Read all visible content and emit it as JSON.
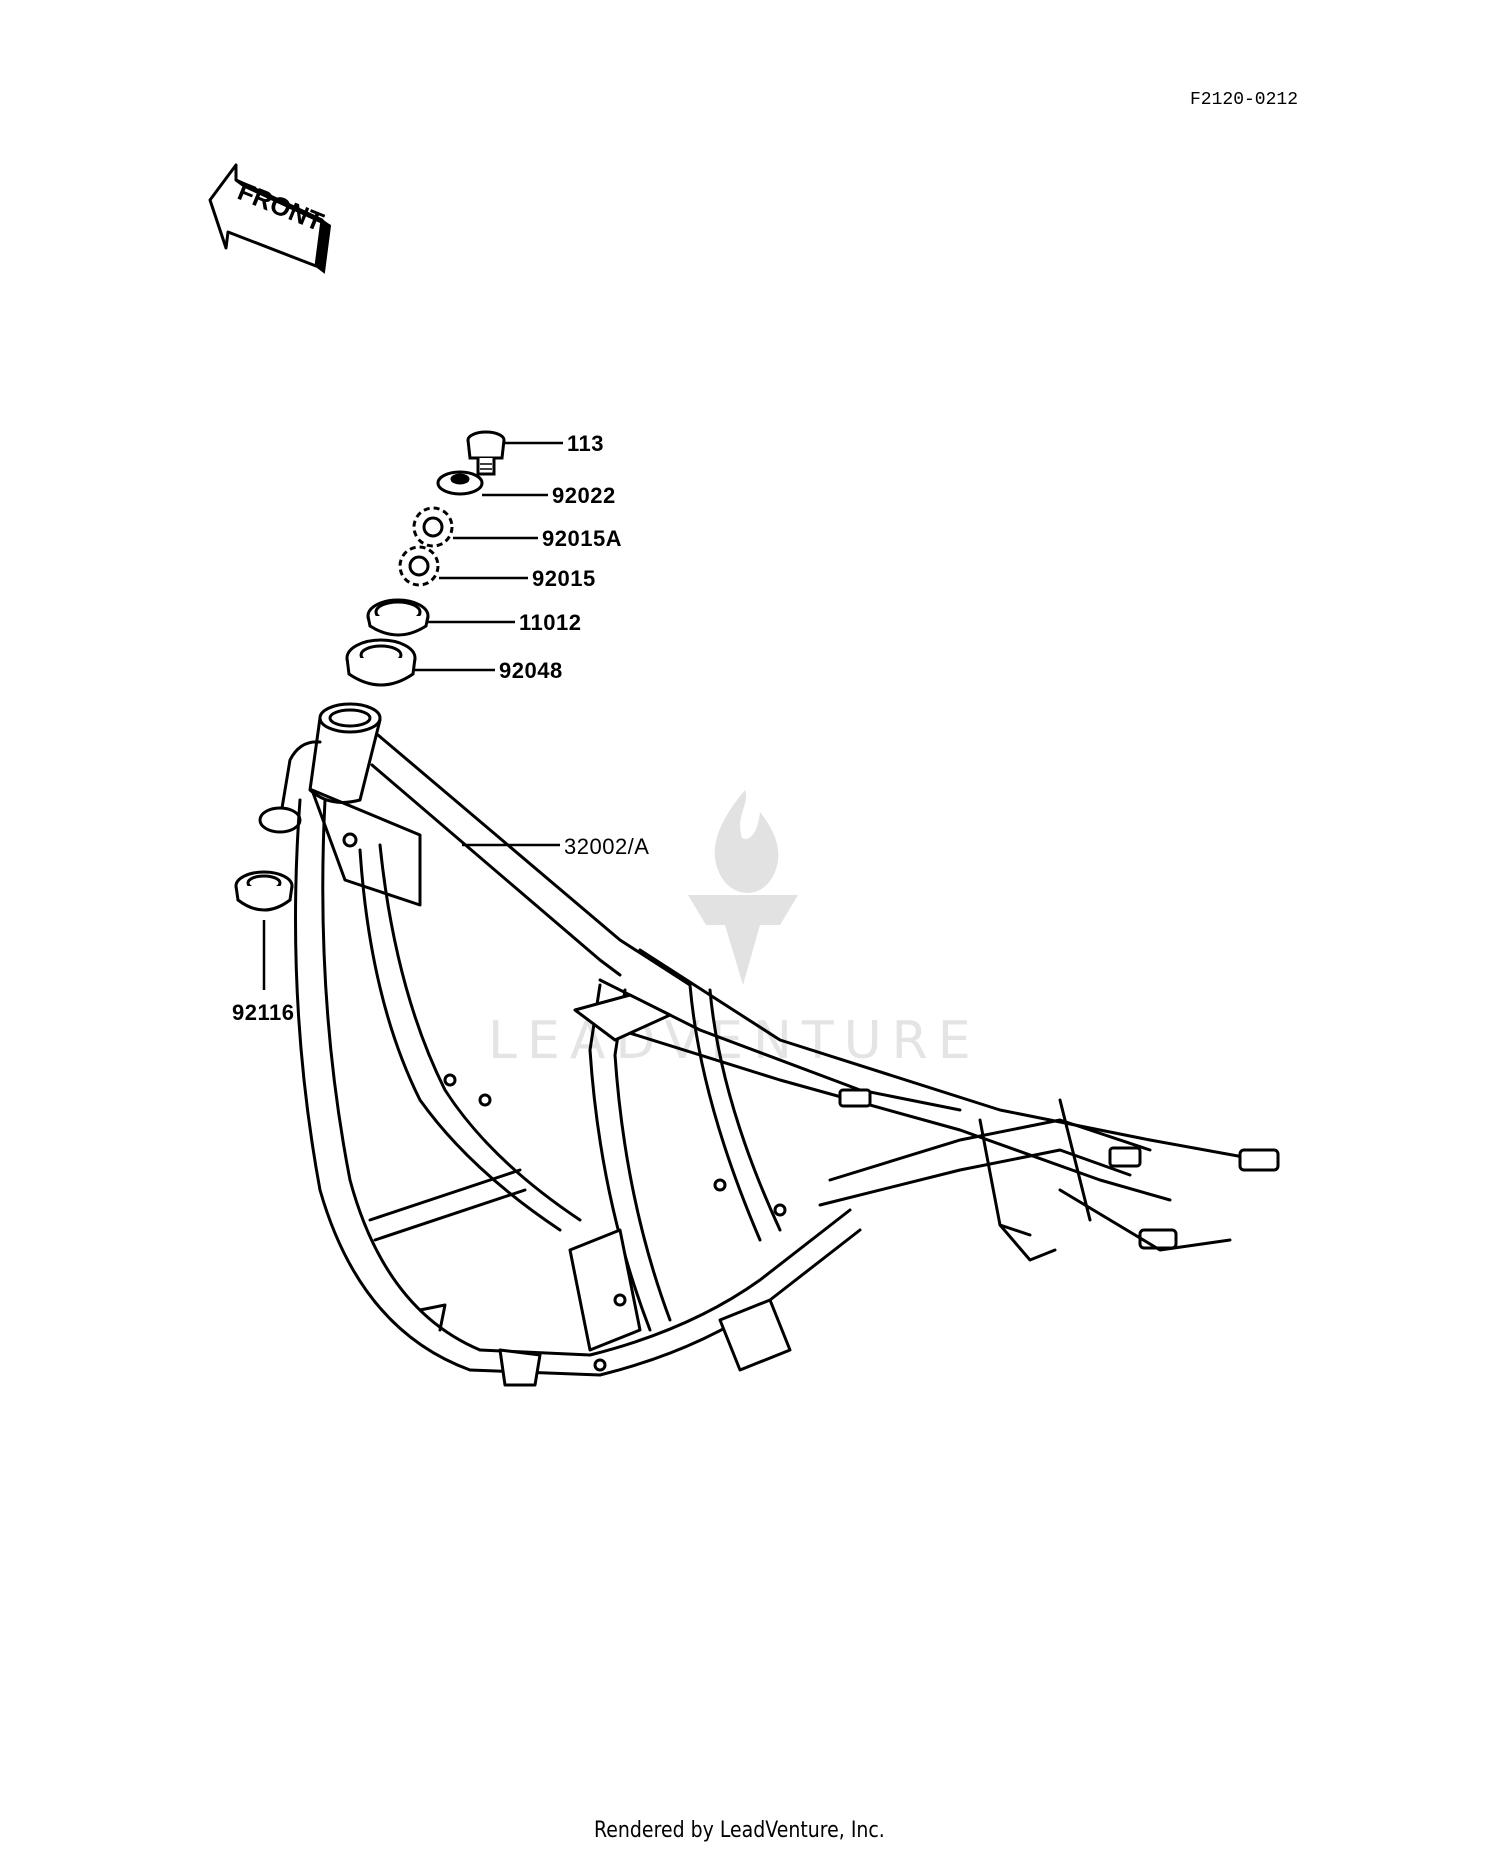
{
  "diagram": {
    "code": "F2120-0212",
    "front_label": "FRONT",
    "parts": [
      {
        "number": "113"
      },
      {
        "number": "92022"
      },
      {
        "number": "92015A"
      },
      {
        "number": "92015"
      },
      {
        "number": "11012"
      },
      {
        "number": "92048"
      },
      {
        "number": "32002/A"
      },
      {
        "number": "92116"
      }
    ]
  },
  "watermark": {
    "text": "LEADVENTURE",
    "color": "#dddddd"
  },
  "footer": {
    "caption": "Rendered by LeadVenture, Inc."
  }
}
